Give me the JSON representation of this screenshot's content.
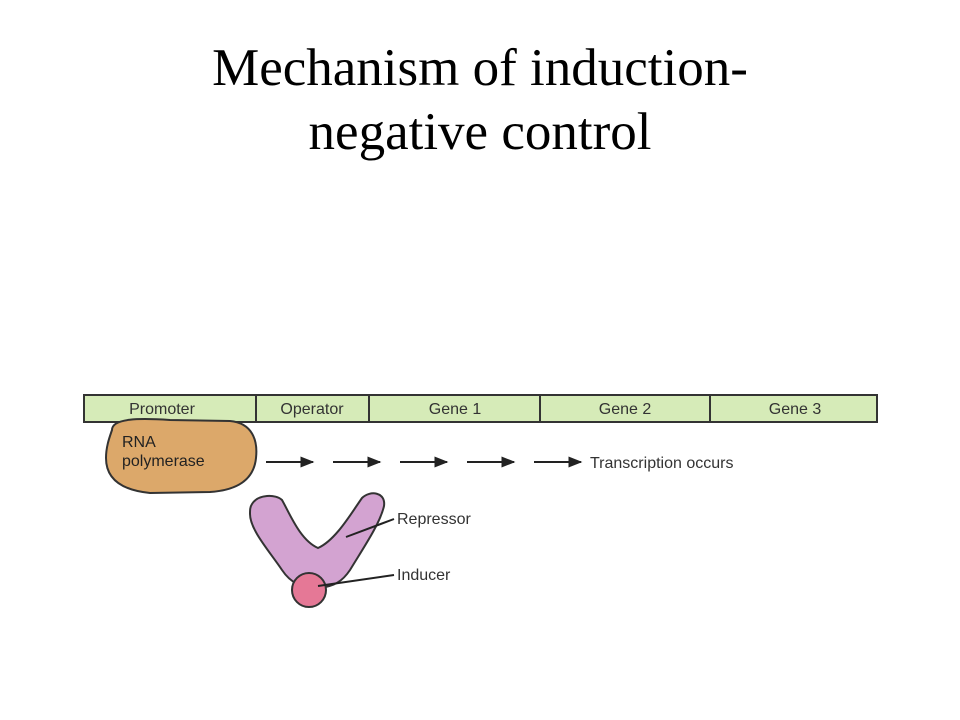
{
  "title": {
    "line1": "Mechanism of induction-",
    "line2": "negative control"
  },
  "diagram": {
    "segments": [
      "Promoter",
      "Operator",
      "Gene 1",
      "Gene 2",
      "Gene 3"
    ],
    "rna_polymerase": {
      "line1": "RNA",
      "line2": "polymerase"
    },
    "transcription_label": "Transcription occurs",
    "repressor_label": "Repressor",
    "inducer_label": "Inducer"
  },
  "colors": {
    "dna_bar": "#d6ebb8",
    "rna_polymerase": "#dca86a",
    "repressor": "#d3a3d1",
    "inducer": "#e57896"
  }
}
